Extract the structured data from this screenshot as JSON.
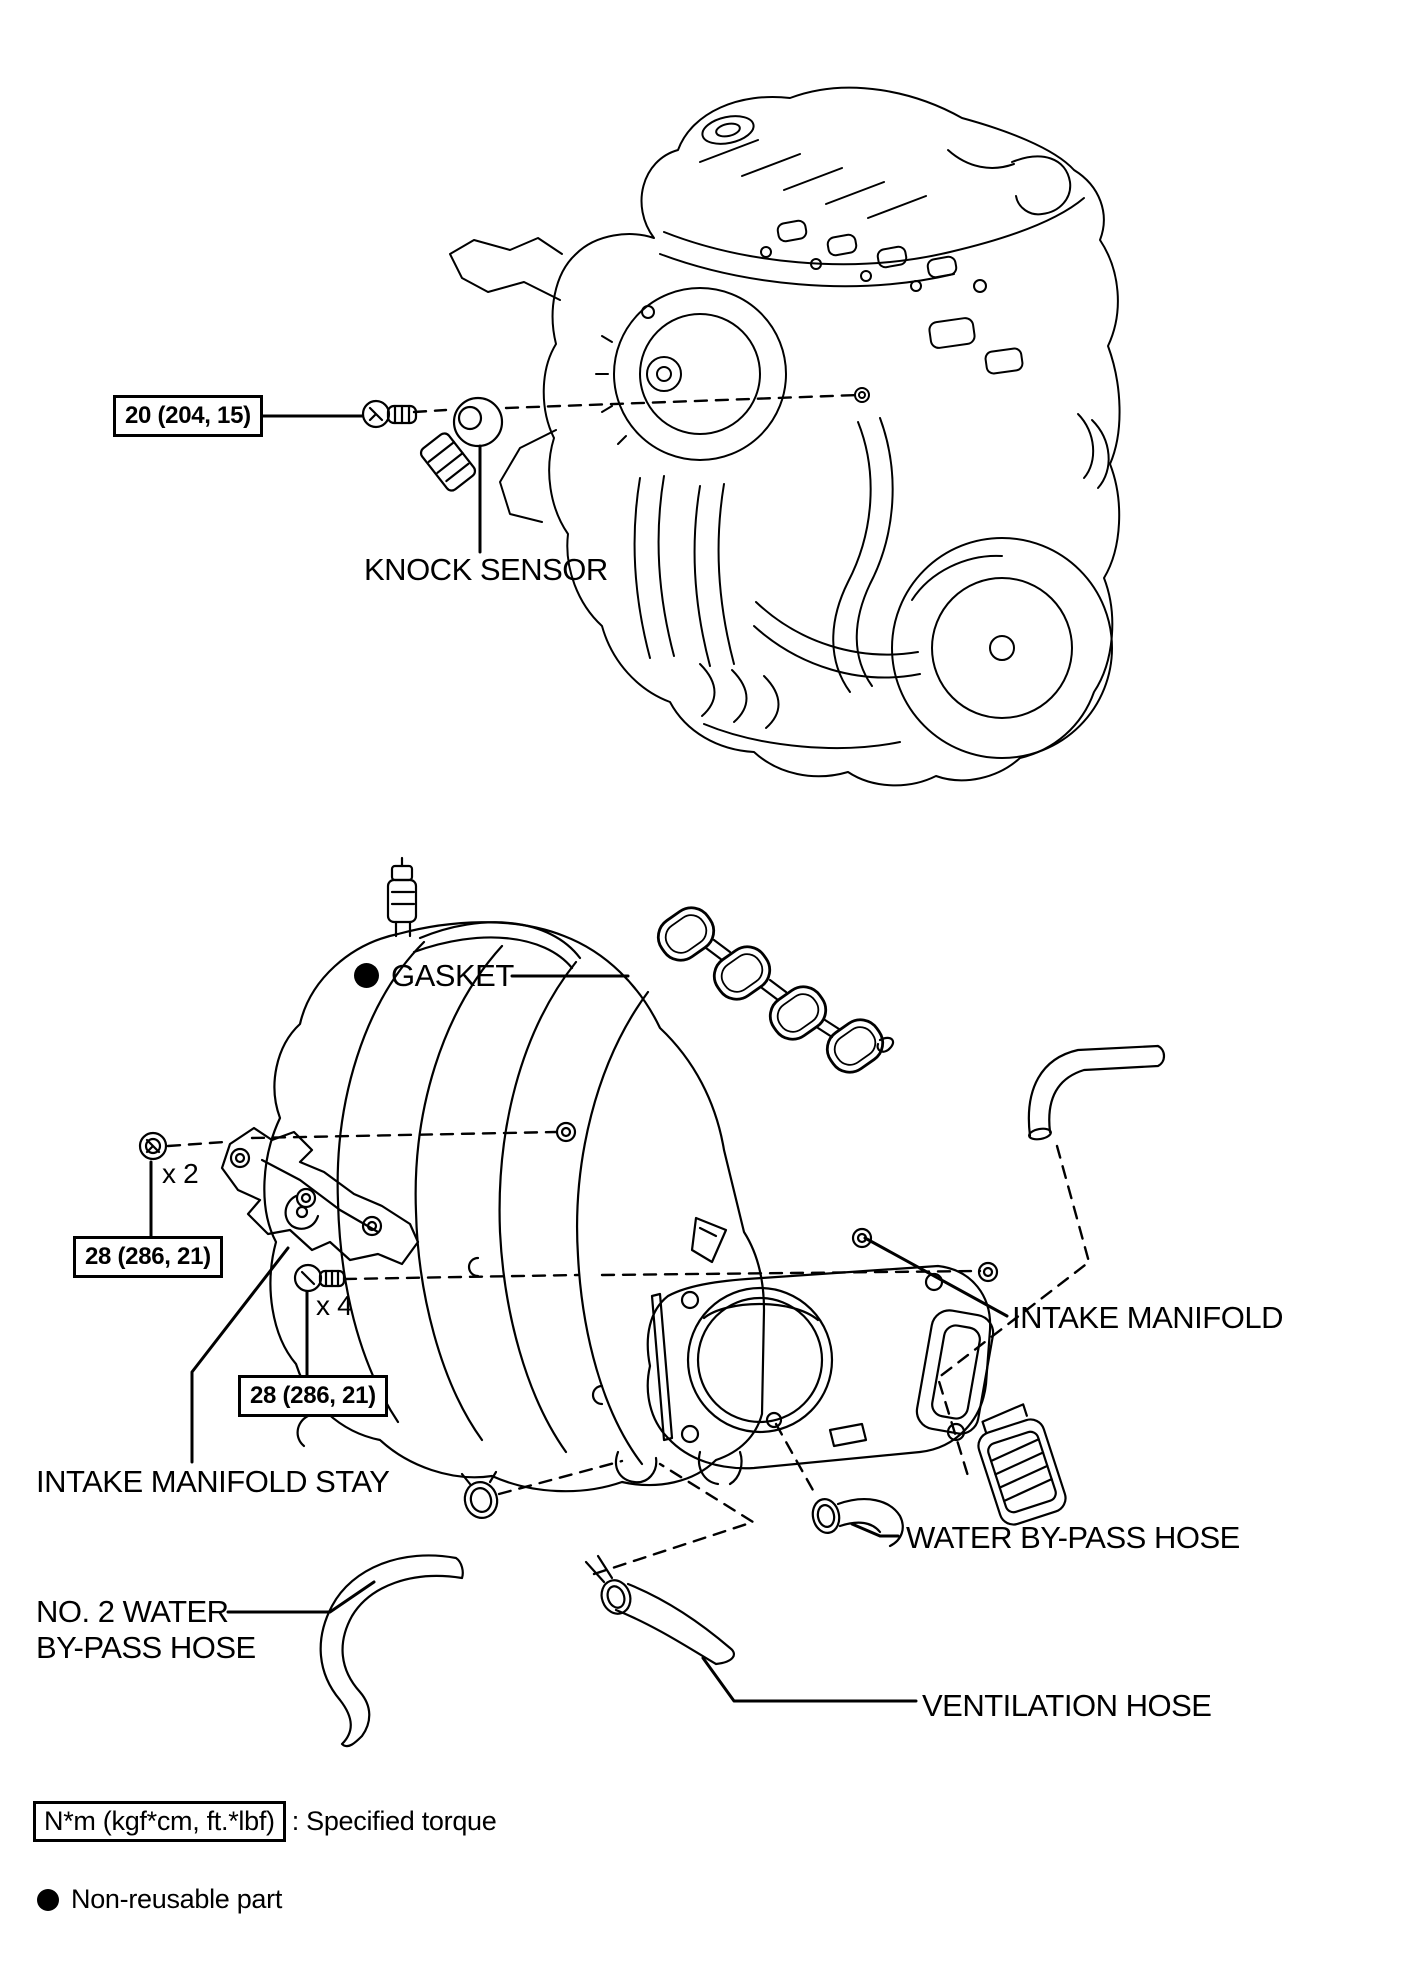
{
  "colors": {
    "ink": "#000000",
    "paper": "#ffffff"
  },
  "callouts": {
    "knock_sensor_bolt_torque": "20 (204, 15)",
    "stay_nut_torque": "28 (286, 21)",
    "stay_nut_count": "x 2",
    "stay_bolt_torque": "28 (286, 21)",
    "stay_bolt_count": "x 4"
  },
  "labels": {
    "knock_sensor": "KNOCK SENSOR",
    "gasket": "GASKET",
    "intake_manifold": "INTAKE MANIFOLD",
    "intake_manifold_stay": "INTAKE MANIFOLD STAY",
    "water_bypass_hose": "WATER BY-PASS HOSE",
    "no2_water_bypass_hose_line1": "NO. 2 WATER",
    "no2_water_bypass_hose_line2": "BY-PASS HOSE",
    "ventilation_hose": "VENTILATION HOSE"
  },
  "legend": {
    "torque_box_label": "N*m (kgf*cm, ft.*lbf)",
    "torque_box_meaning": ": Specified torque",
    "non_reusable_label": "Non-reusable part"
  }
}
